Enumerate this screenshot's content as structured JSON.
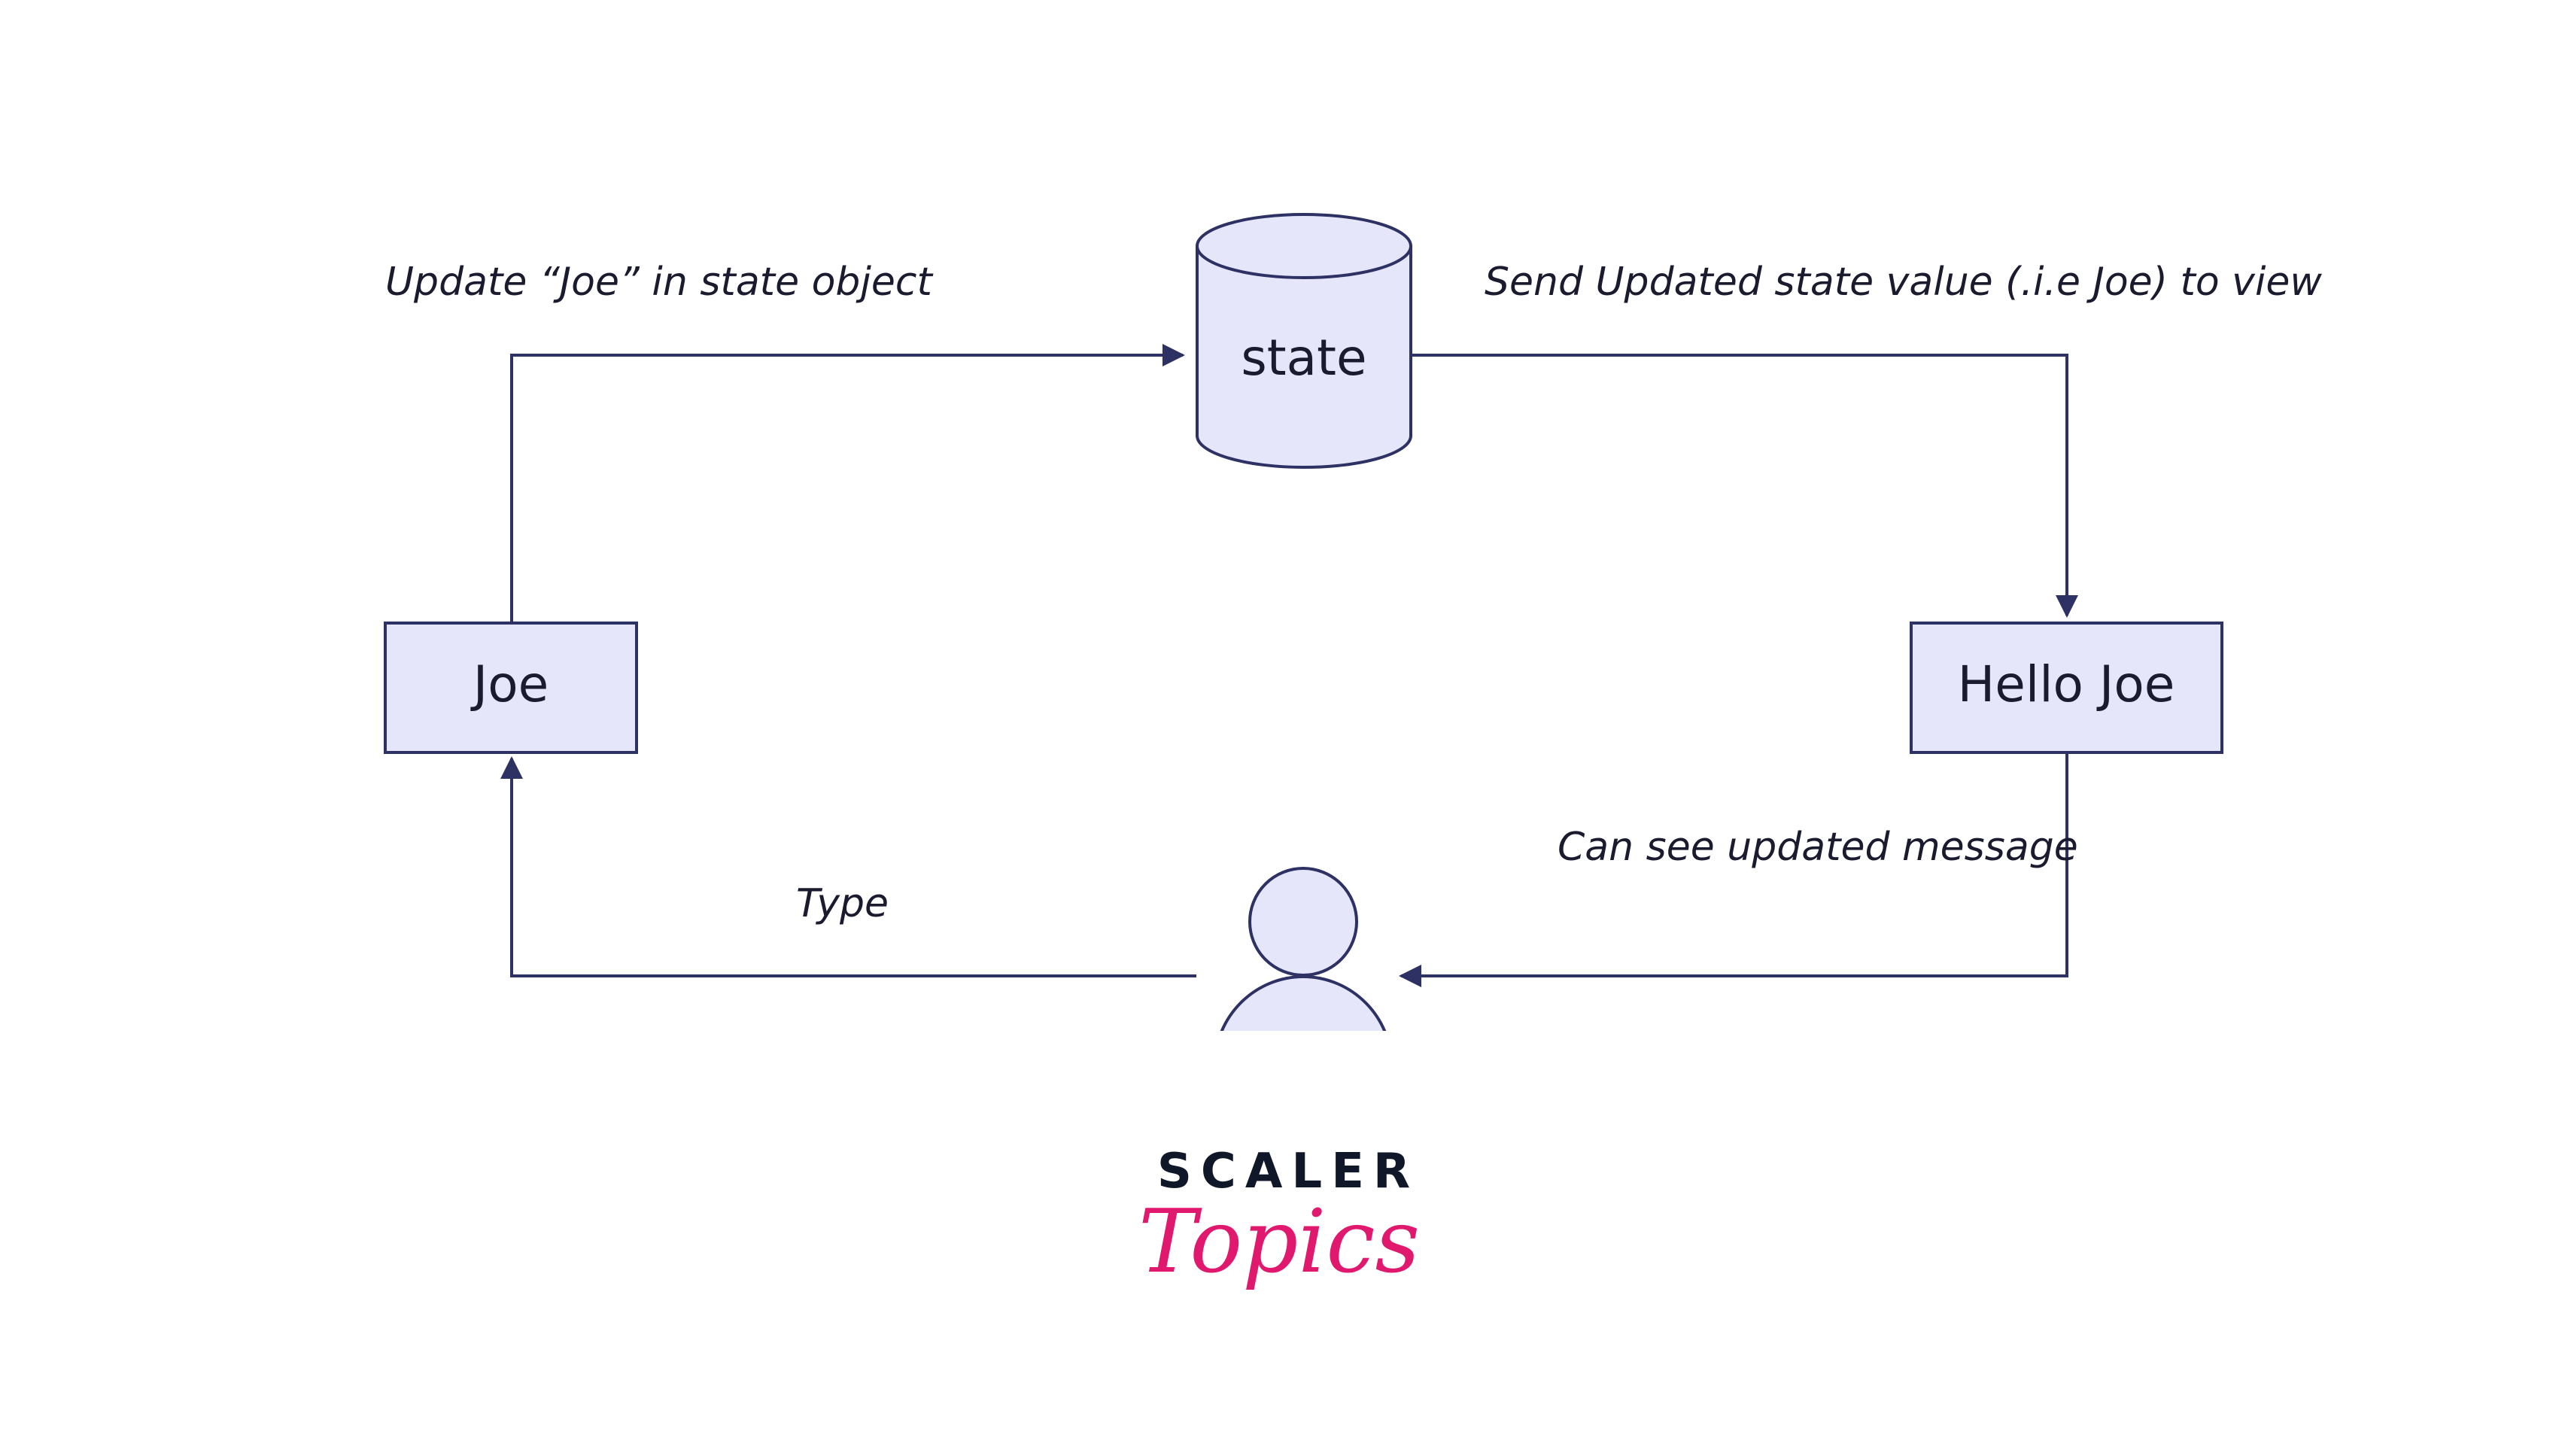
{
  "diagram": {
    "nodes": {
      "state": {
        "label": "state"
      },
      "input": {
        "label": "Joe"
      },
      "view": {
        "label": "Hello Joe"
      }
    },
    "edges": {
      "update": {
        "label": "Update “Joe” in state object"
      },
      "send": {
        "label": "Send Updated state value (.i.e Joe) to view"
      },
      "see": {
        "label": "Can see updated message"
      },
      "type": {
        "label": "Type"
      }
    },
    "user_icon": "user-icon"
  },
  "logo": {
    "word": "SCALER",
    "script": "Topics"
  },
  "colors": {
    "stroke": "#2e3163",
    "fill": "#e6e6fa",
    "logo_dark": "#0f1729",
    "logo_pink": "#e0196e"
  }
}
